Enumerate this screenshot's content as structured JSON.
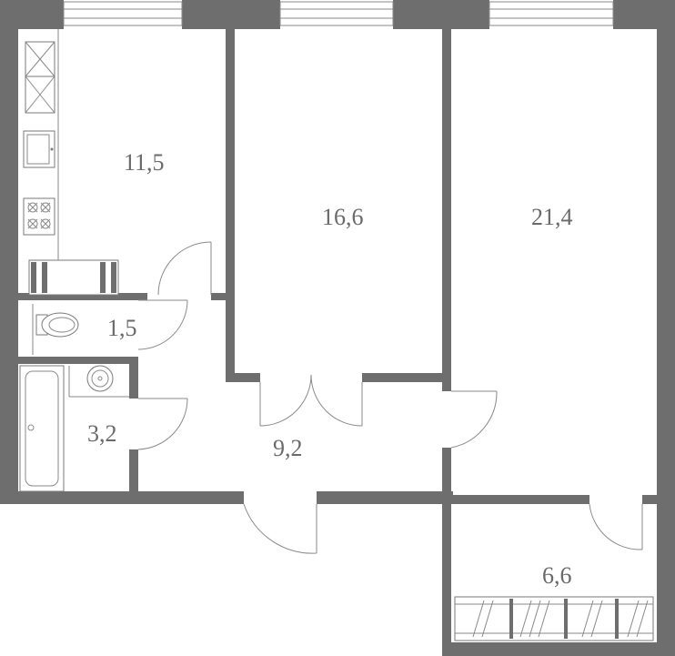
{
  "plan": {
    "rooms": [
      {
        "id": "kitchen",
        "area": "11,5"
      },
      {
        "id": "bedroom",
        "area": "16,6"
      },
      {
        "id": "living-room",
        "area": "21,4"
      },
      {
        "id": "toilet",
        "area": "1,5"
      },
      {
        "id": "bathroom",
        "area": "3,2"
      },
      {
        "id": "hallway",
        "area": "9,2"
      },
      {
        "id": "loggia",
        "area": "6,6"
      }
    ]
  },
  "colors": {
    "wall": "#6e6e6e",
    "line": "#8a8a8a",
    "label": "#6a6a6a"
  }
}
